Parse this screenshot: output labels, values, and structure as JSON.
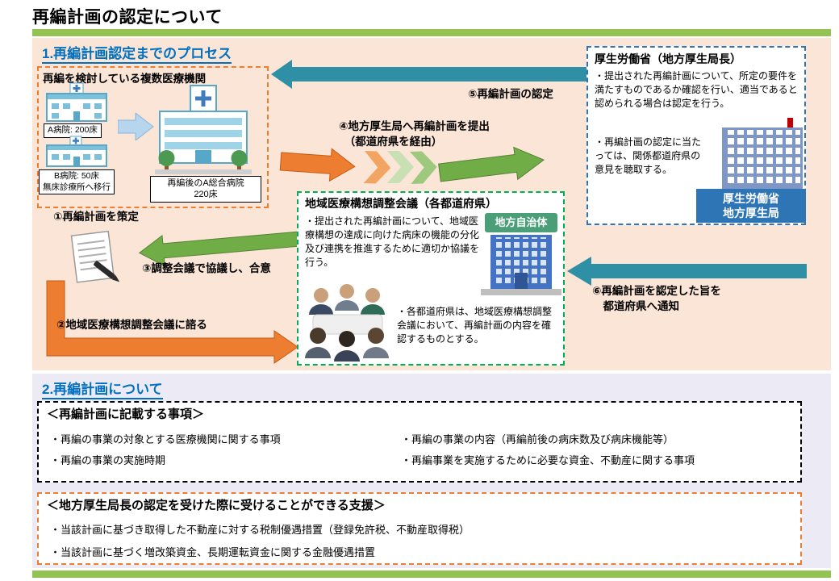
{
  "page": {
    "title": "再編計画の認定について"
  },
  "colors": {
    "accent_green_bar": "#92C353",
    "section1_bg": "#FBE5D6",
    "section2_bg": "#ECEBF5",
    "heading_blue": "#0070C0",
    "orange": "#ED7D31",
    "green": "#70AD47",
    "teal": "#2E8FA5",
    "box_border_blue": "#2E75B6",
    "box_border_green": "#00B050"
  },
  "icons": {
    "hospital_small": "hospital-building",
    "hospital_large": "hospital-building-large",
    "merge_arrow": "right-arrow",
    "document": "paper-and-pen",
    "people": "meeting-people",
    "mhlw_building": "government-building",
    "municipality_building": "municipal-building"
  },
  "process": {
    "heading": "1.再編計画認定までのプロセス",
    "hospitals": {
      "title": "再編を検討している複数医療機関",
      "hospital_a_label": "A病院: 200床",
      "hospital_b_label": "B病院: 50床\n無床診療所へ移行",
      "after_label": "再編後のA総合病院\n220床"
    },
    "mhlw": {
      "title": "厚生労働省（地方厚生局長）",
      "para1": "・提出された再編計画について、所定の要件を満たすものであるか確認を行い、適当であると認められる場合は認定を行う。",
      "para2": "・再編計画の認定に当たっては、関係都道府県の意見を聴取する。",
      "building_label": "厚生労働省\n地方厚生局"
    },
    "council": {
      "title": "地域医療構想調整会議（各都道府県）",
      "para1": "・提出された再編計画について、地域医療構想の達成に向けた病床の機能の分化及び連携を推進するために適切か協議を行う。",
      "para2": "・各都道府県は、地域医療構想調整会議において、再編計画の内容を確認するものとする。",
      "building_label": "地方自治体"
    },
    "steps": {
      "s1": "①再編計画を策定",
      "s2": "②地域医療構想調整会議に諮る",
      "s3": "③調整会議で協議し、合意",
      "s4": "④地方厚生局へ再編計画を提出\n　（都道府県を経由）",
      "s5": "⑤再編計画の認定",
      "s6": "⑥再編計画を認定した旨を\n　都道府県へ通知"
    }
  },
  "about": {
    "heading": "2.再編計画について",
    "described_items": {
      "title": "＜再編計画に記載する事項＞",
      "col1": [
        "・再編の事業の対象とする医療機関に関する事項",
        "・再編の事業の実施時期"
      ],
      "col2": [
        "・再編の事業の内容（再編前後の病床数及び病床機能等）",
        "・再編事業を実施するために必要な資金、不動産に関する事項"
      ]
    },
    "support": {
      "title": "＜地方厚生局長の認定を受けた際に受けることができる支援＞",
      "items": [
        "・当該計画に基づき取得した不動産に対する税制優遇措置（登録免許税、不動産取得税）",
        "・当該計画に基づく増改築資金、長期運転資金に関する金融優遇措置"
      ]
    }
  }
}
